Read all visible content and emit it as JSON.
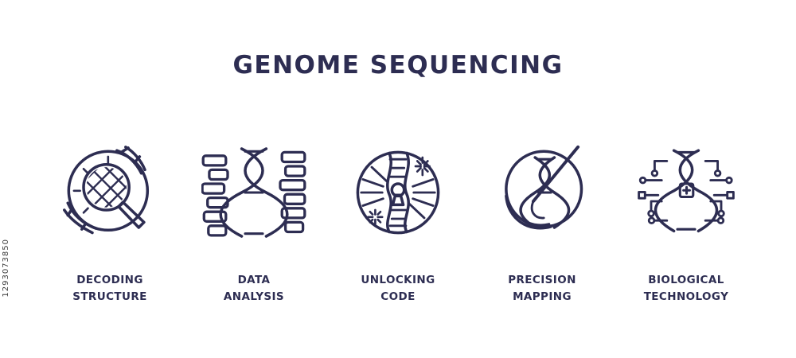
{
  "title": "GENOME SEQUENCING",
  "watermark": "1293073850",
  "accent_color": "#2d2d52",
  "background_color": "#ffffff",
  "items": [
    {
      "label": "DECODING\nSTRUCTURE",
      "icon": "magnifier-dna-icon"
    },
    {
      "label": "DATA\nANALYSIS",
      "icon": "dna-data-blocks-icon"
    },
    {
      "label": "UNLOCKING\nCODE",
      "icon": "dna-keyhole-icon"
    },
    {
      "label": "PRECISION\nMAPPING",
      "icon": "dna-needle-icon"
    },
    {
      "label": "BIOLOGICAL\nTECHNOLOGY",
      "icon": "dna-circuit-icon"
    }
  ]
}
